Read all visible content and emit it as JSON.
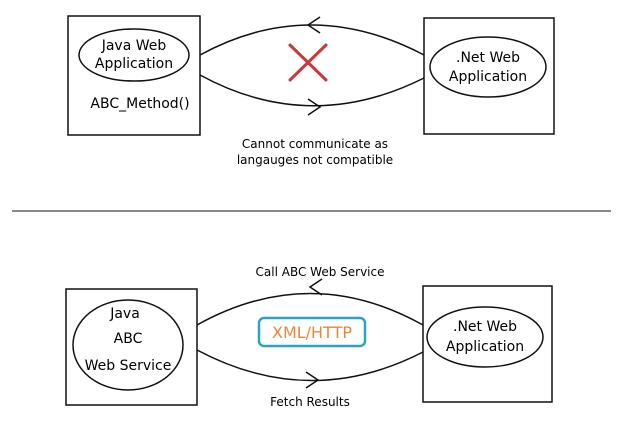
{
  "top": {
    "java_app": {
      "lines": [
        "Java Web",
        "Application"
      ],
      "method": "ABC_Method()"
    },
    "net_app": {
      "lines": [
        ".Net Web",
        "Application"
      ]
    },
    "caption_lines": [
      "Cannot communicate as",
      "langauges not compatible"
    ],
    "cross_color": "#c83a3a"
  },
  "bottom": {
    "java_service": {
      "lines": [
        "Java",
        "ABC",
        "Web Service"
      ]
    },
    "net_app": {
      "lines": [
        ".Net Web",
        "Application"
      ]
    },
    "call_label": "Call ABC Web Service",
    "fetch_label": "Fetch Results",
    "protocol_label": "XML/HTTP",
    "protocol_text_color": "#e9863a",
    "protocol_border_color": "#2aa3c4"
  }
}
